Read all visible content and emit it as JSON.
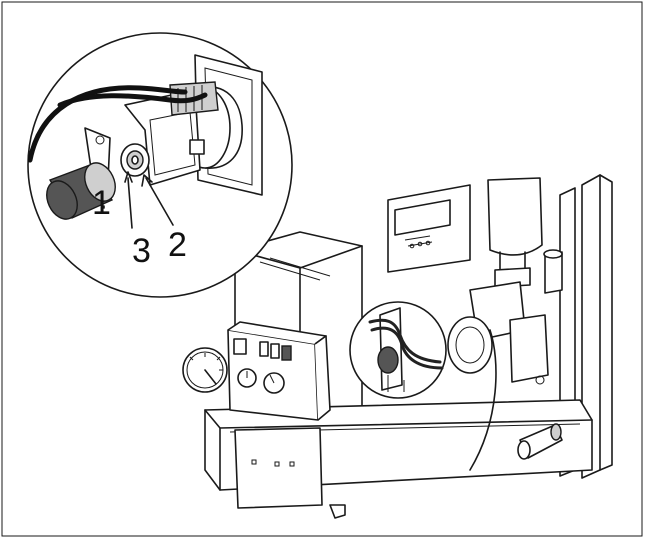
{
  "callouts": {
    "label_1": "1",
    "label_2": "2",
    "label_3": "3"
  },
  "colors": {
    "line": "#1a1a1a",
    "background": "#ffffff",
    "shade": "#cfcfcf"
  }
}
